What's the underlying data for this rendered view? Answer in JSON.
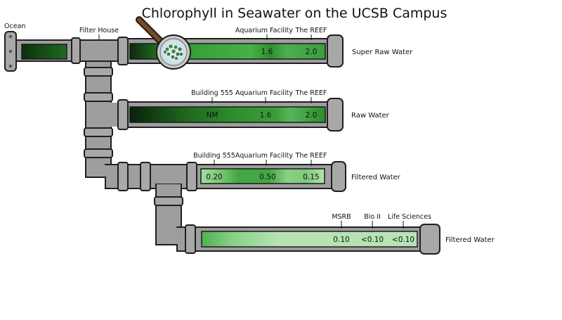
{
  "title": "Chlorophyll in Seawater on the UCSB Campus",
  "colors": {
    "pipe": "#9e9e9e",
    "outline": "#1f1f1f",
    "dark_green": "#0b2a0b",
    "mid_green": "#43a843",
    "light_green": "#a9dca6"
  },
  "labels": {
    "ocean": "Ocean",
    "filter_house": "Filter House"
  },
  "rows": [
    {
      "side_label": "Super Raw Water",
      "sites": [
        "Aquarium Facility",
        "The REEF"
      ],
      "values": [
        "1.6",
        "2.0"
      ]
    },
    {
      "side_label": "Raw Water",
      "sites": [
        "Building 555",
        "Aquarium Facility",
        "The REEF"
      ],
      "values": [
        "NM",
        "1.6",
        "2.0"
      ]
    },
    {
      "side_label": "Filtered Water",
      "sites": [
        "Building 555",
        "Aquarium Facility",
        "The REEF"
      ],
      "values": [
        "0.20",
        "0.50",
        "0.15"
      ]
    },
    {
      "side_label": "Filtered Water",
      "sites": [
        "MSRB",
        "Bio II",
        "Life Sciences"
      ],
      "values": [
        "0.10",
        "<0.10",
        "<0.10"
      ]
    }
  ],
  "magnifier_icon": "magnifying-glass-icon"
}
